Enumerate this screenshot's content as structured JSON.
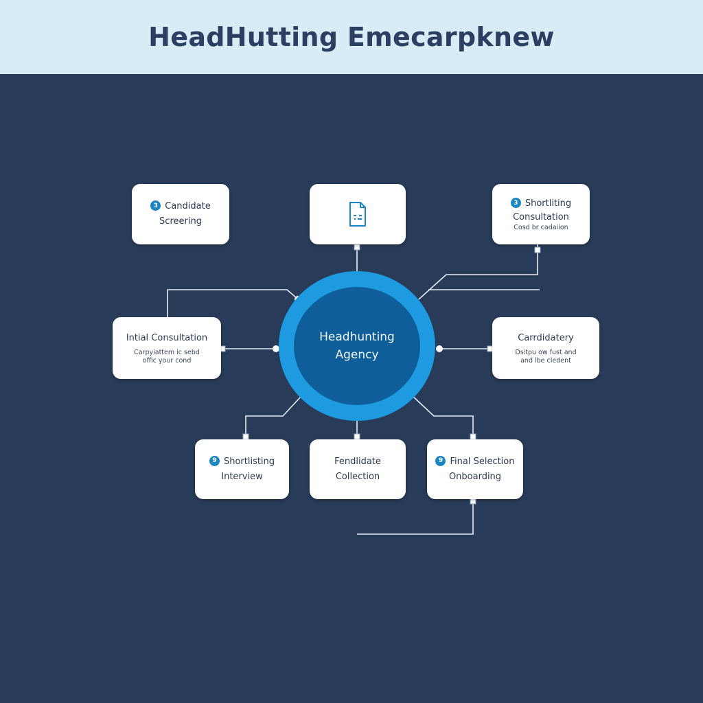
{
  "header": {
    "title": "HeadHutting Emecarpknew"
  },
  "hub": {
    "line1": "Headhunting",
    "line2": "Agency"
  },
  "nodes": {
    "candidate_screening": {
      "badge": "3",
      "line1": "Candidate",
      "line2": "Screering"
    },
    "top_center": {
      "icon": "document-icon"
    },
    "shortlisting_top": {
      "badge": "3",
      "line1": "Shortliting",
      "line2": "Consultation",
      "sub": "Cosd br cadaiion"
    },
    "initial_consultation": {
      "line1": "Intial Consultation",
      "sub1": "Carpyiattem ic sebd",
      "sub2": "offic your cond"
    },
    "candidatery": {
      "line1": "Carrdidatery",
      "sub1": "Dsitpu ow fust and",
      "sub2": "and lbe cledent"
    },
    "shortlisting_interview": {
      "badge": "9",
      "line1": "Shortlisting",
      "line2": "Interview"
    },
    "fendlidate_collection": {
      "line1": "Fendlidate",
      "line2": "Collection"
    },
    "final_selection": {
      "badge": "9",
      "line1": "Final Selection",
      "line2": "Onboarding"
    }
  },
  "colors": {
    "background": "#283b58",
    "header_bg": "#d8ecf5",
    "hub_ring": "#1e9ae0",
    "hub_core": "#0f5d99",
    "accent": "#1a86c4"
  }
}
